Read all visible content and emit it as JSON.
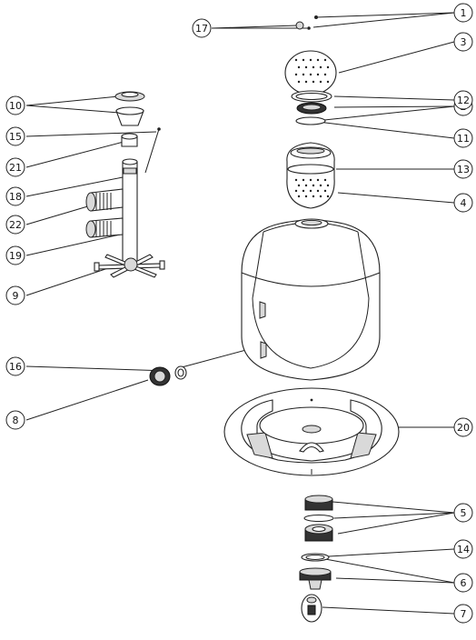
{
  "callouts": [
    {
      "key": "c1",
      "label": "1"
    },
    {
      "key": "c2",
      "label": "2"
    },
    {
      "key": "c3",
      "label": "3"
    },
    {
      "key": "c4",
      "label": "4"
    },
    {
      "key": "c5",
      "label": "5"
    },
    {
      "key": "c6",
      "label": "6"
    },
    {
      "key": "c7",
      "label": "7"
    },
    {
      "key": "c8",
      "label": "8"
    },
    {
      "key": "c9",
      "label": "9"
    },
    {
      "key": "c10",
      "label": "10"
    },
    {
      "key": "c11",
      "label": "11"
    },
    {
      "key": "c12",
      "label": "12"
    },
    {
      "key": "c13",
      "label": "13"
    },
    {
      "key": "c14",
      "label": "14"
    },
    {
      "key": "c15",
      "label": "15"
    },
    {
      "key": "c16",
      "label": "16"
    },
    {
      "key": "c17",
      "label": "17"
    },
    {
      "key": "c18",
      "label": "18"
    },
    {
      "key": "c19",
      "label": "19"
    },
    {
      "key": "c20",
      "label": "20"
    },
    {
      "key": "c21",
      "label": "21"
    },
    {
      "key": "c22",
      "label": "22"
    }
  ]
}
